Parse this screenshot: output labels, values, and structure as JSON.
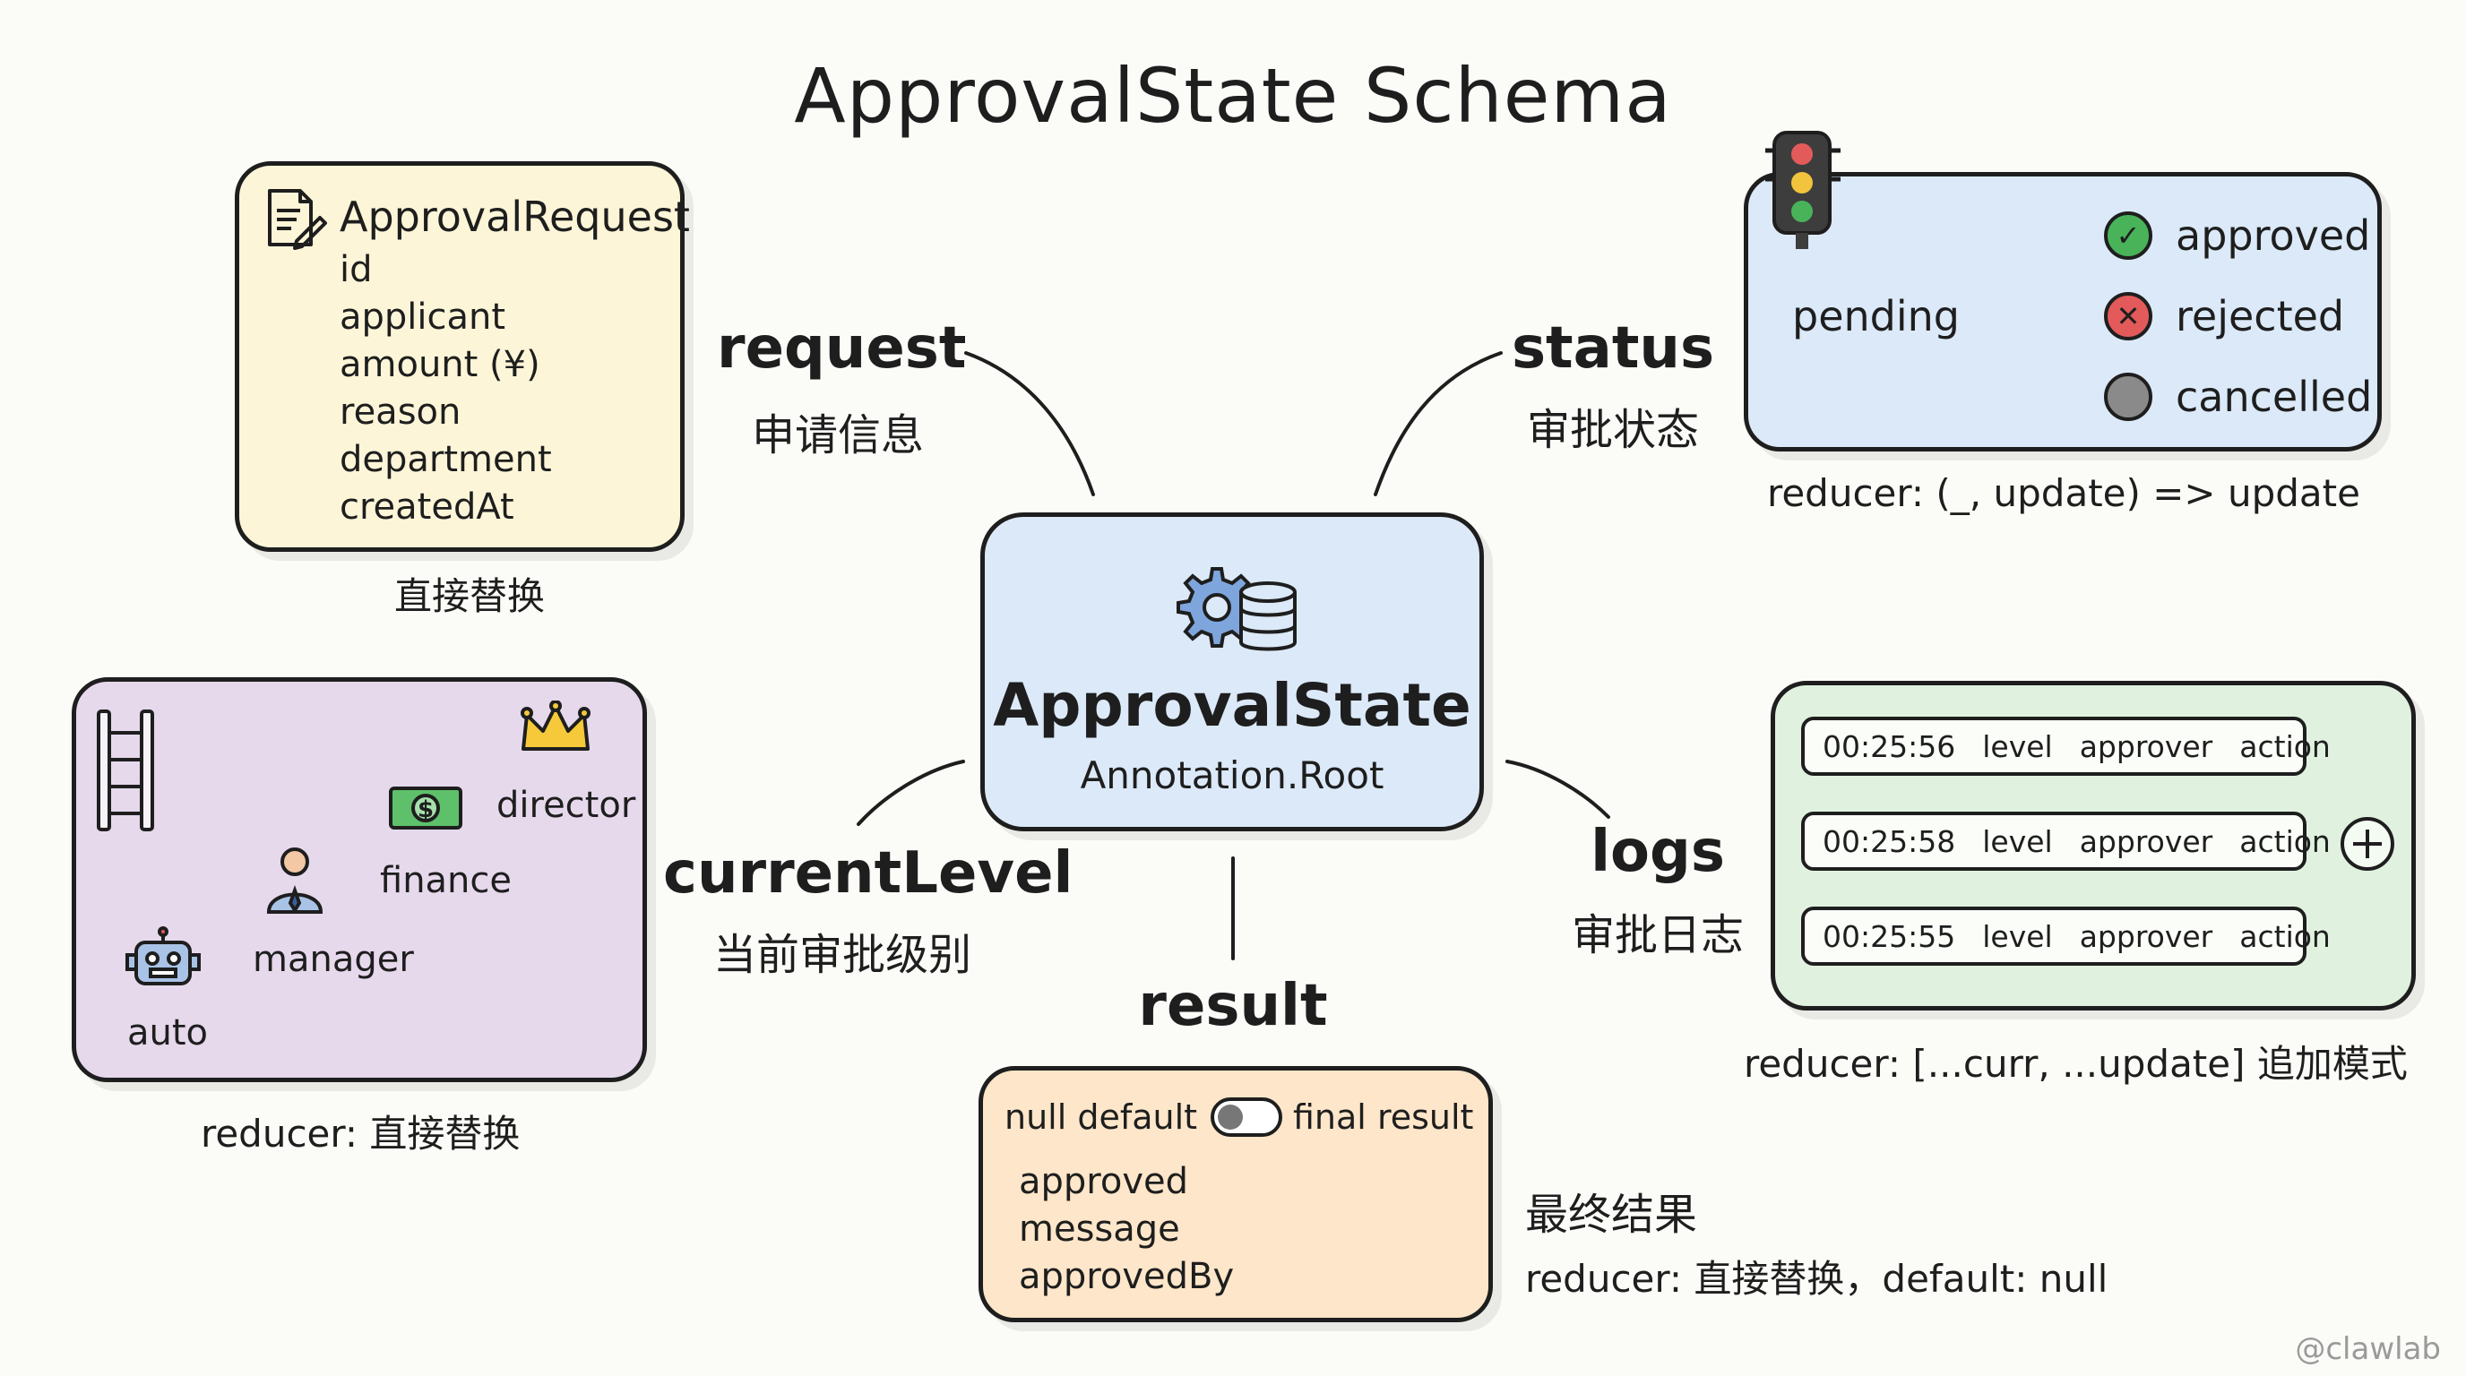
{
  "title": "ApprovalState Schema",
  "center": {
    "title": "ApprovalState",
    "subtitle": "Annotation.Root"
  },
  "request": {
    "key": "request",
    "cn": "申请信息",
    "card_title": "ApprovalRequest",
    "fields": [
      "id",
      "applicant",
      "amount (¥)",
      "reason",
      "department",
      "createdAt"
    ],
    "caption": "直接替换"
  },
  "status": {
    "key": "status",
    "cn": "审批状态",
    "from": "pending",
    "options": [
      {
        "label": "approved",
        "color": "#49b35a",
        "glyph": "✓"
      },
      {
        "label": "rejected",
        "color": "#e25a5a",
        "glyph": "✕"
      },
      {
        "label": "cancelled",
        "color": "#8a8a8a",
        "glyph": ""
      }
    ],
    "caption": "reducer: (_, update) => update"
  },
  "currentLevel": {
    "key": "currentLevel",
    "cn": "当前审批级别",
    "levels": [
      "auto",
      "manager",
      "finance",
      "director"
    ],
    "caption": "reducer: 直接替换"
  },
  "logs": {
    "key": "logs",
    "cn": "审批日志",
    "rows": [
      [
        "00:25:56",
        "level",
        "approver",
        "action"
      ],
      [
        "00:25:58",
        "level",
        "approver",
        "action"
      ],
      [
        "00:25:55",
        "level",
        "approver",
        "action"
      ]
    ],
    "caption": "reducer: [...curr, ...update] 追加模式"
  },
  "result": {
    "key": "result",
    "cn": "最终结果",
    "toggle_left": "null default",
    "toggle_right": "final result",
    "fields": [
      "approved",
      "message",
      "approvedBy"
    ],
    "caption": "reducer: 直接替换，default: null"
  },
  "watermark": "@clawlab",
  "colors": {
    "yellow": "#fdf5d8",
    "blue": "#dbe9f8",
    "purple": "#e6d9ec",
    "green": "#e0f2df",
    "orange": "#fde6c9"
  }
}
